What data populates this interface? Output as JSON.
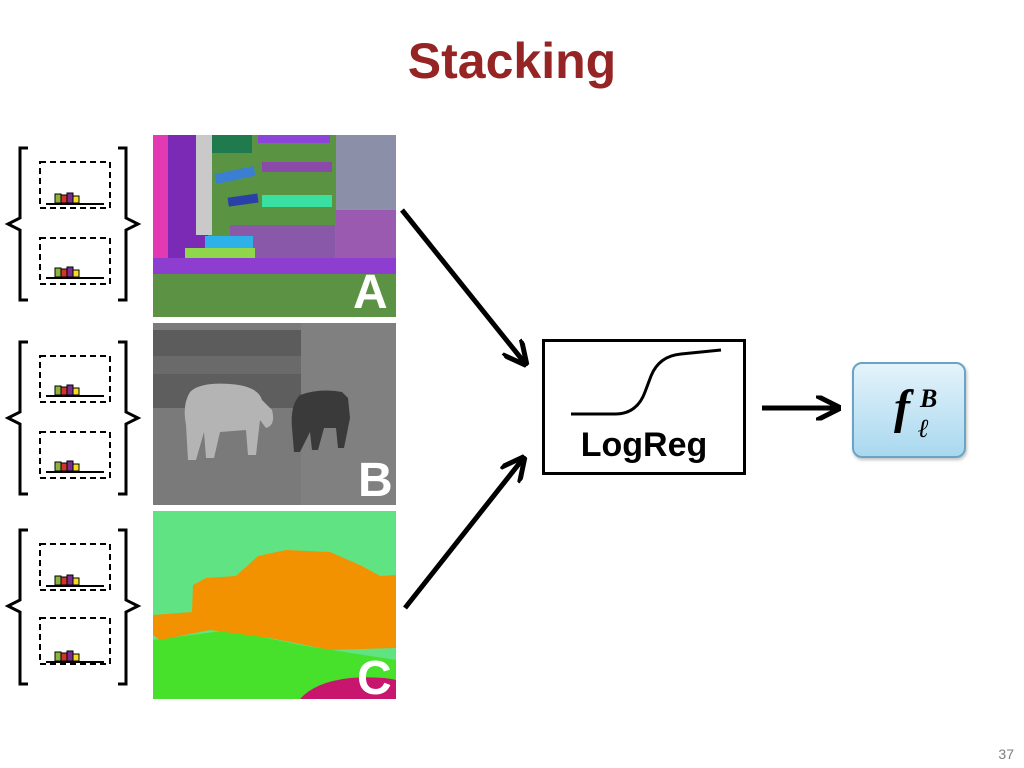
{
  "slide": {
    "title": "Stacking",
    "page_number": "37"
  },
  "panels": [
    {
      "label": "A"
    },
    {
      "label": "B"
    },
    {
      "label": "C"
    }
  ],
  "model": {
    "label": "LogReg"
  },
  "output": {
    "symbol": "f",
    "superscript": "B",
    "subscript": "ℓ"
  },
  "colors": {
    "title": "#962424",
    "output_box_top": "#e4f3fb",
    "output_box_bottom": "#a9d8ef"
  },
  "icons": [
    "bracket-icon",
    "histogram-icon",
    "sigmoid-icon",
    "arrow-icon"
  ]
}
